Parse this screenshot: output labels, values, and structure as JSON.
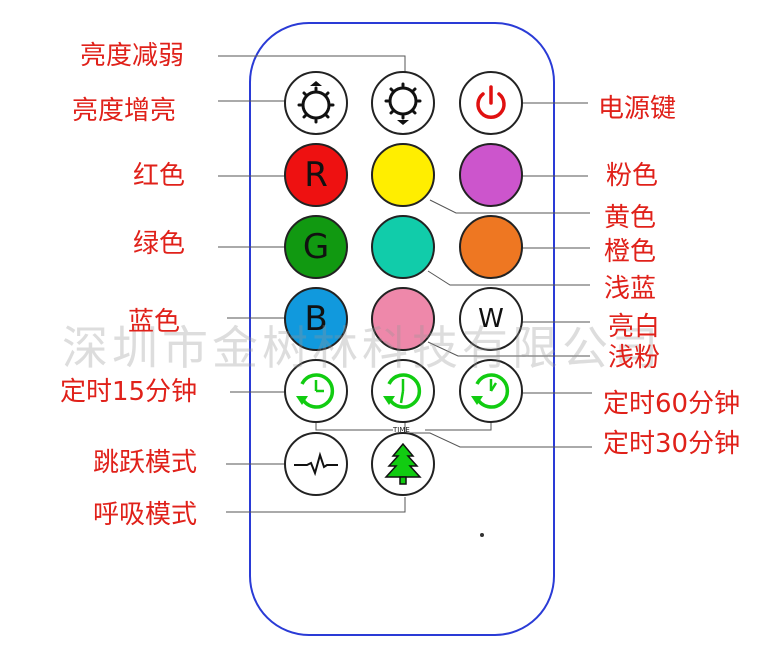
{
  "watermark": "深圳市金树林科技有限公司",
  "time_bracket_text": "TIME",
  "colors": {
    "label": "#e0211a",
    "remote_border": "#2a3bd6",
    "red": "#ee1111",
    "yellow": "#ffee00",
    "pink": "#cc55cc",
    "green": "#119911",
    "cyan": "#11ccaa",
    "orange": "#ee7722",
    "blue": "#1199dd",
    "light_pink": "#ee88aa",
    "white": "#ffffff",
    "timer_green": "#11cc11"
  },
  "buttons": {
    "brightness_up": {
      "icon": "brightness-up-icon"
    },
    "brightness_down": {
      "icon": "brightness-down-icon"
    },
    "power": {
      "icon": "power-icon"
    },
    "red": {
      "letter": "R"
    },
    "yellow": {
      "letter": ""
    },
    "pink": {
      "letter": ""
    },
    "green": {
      "letter": "G"
    },
    "cyan": {
      "letter": ""
    },
    "orange": {
      "letter": ""
    },
    "blue": {
      "letter": "B"
    },
    "light_pink": {
      "letter": ""
    },
    "white": {
      "letter": "W"
    },
    "timer15": {
      "icon": "timer-icon"
    },
    "timer30": {
      "icon": "timer-icon"
    },
    "timer60": {
      "icon": "timer-icon"
    },
    "jump": {
      "icon": "pulse-icon"
    },
    "breath": {
      "icon": "tree-icon"
    }
  },
  "labels": {
    "brightness_down": "亮度减弱",
    "brightness_up": "亮度增亮",
    "power": "电源键",
    "red": "红色",
    "pink": "粉色",
    "yellow": "黄色",
    "green": "绿色",
    "orange": "橙色",
    "cyan": "浅蓝",
    "blue": "蓝色",
    "white": "亮白",
    "light_pink": "浅粉",
    "timer15": "定时15分钟",
    "timer60": "定时60分钟",
    "timer30": "定时30分钟",
    "jump": "跳跃模式",
    "breath": "呼吸模式"
  }
}
